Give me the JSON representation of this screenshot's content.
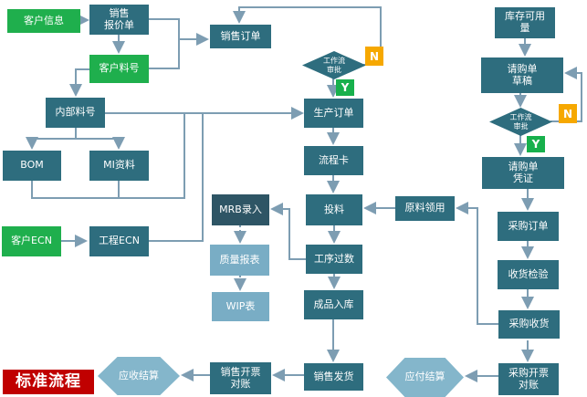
{
  "title": {
    "label": "标准流程",
    "background": "#C00000"
  },
  "colors": {
    "box_dark_teal": "#2E6D7E",
    "box_darker_teal": "#2E5565",
    "box_green": "#1FAF4D",
    "box_light_blue": "#79ADC5",
    "hexagon_blue": "#84B6CB",
    "badge_no_orange": "#F6A800",
    "badge_yes_green": "#17B04C",
    "title_red": "#C00000",
    "connector_line": "#7D9DB2",
    "text_white": "#FFFFFF"
  },
  "nodes": {
    "customer_info": {
      "label": "客户信息"
    },
    "sales_quote": {
      "label": "销售\n报价单"
    },
    "customer_part": {
      "label": "客户料号"
    },
    "internal_part": {
      "label": "内部料号"
    },
    "bom": {
      "label": "BOM"
    },
    "mi_data": {
      "label": "MI资料"
    },
    "customer_ecn": {
      "label": "客户ECN"
    },
    "engineering_ecn": {
      "label": "工程ECN"
    },
    "sales_order": {
      "label": "销售订单"
    },
    "wf_approval_1": {
      "label": "工作流\n审批"
    },
    "wf_approval_1_no": {
      "label": "N"
    },
    "wf_approval_1_yes": {
      "label": "Y"
    },
    "production_order": {
      "label": "生产订单"
    },
    "process_card": {
      "label": "流程卡"
    },
    "material_issue": {
      "label": "投料"
    },
    "process_count": {
      "label": "工序过数"
    },
    "fg_stock_in": {
      "label": "成品入库"
    },
    "sales_delivery": {
      "label": "销售发货"
    },
    "mrb_entry": {
      "label": "MRB录入"
    },
    "quality_report": {
      "label": "质量报表"
    },
    "wip_report": {
      "label": "WIP表"
    },
    "sales_invoice_recon": {
      "label": "销售开票\n对账"
    },
    "ar_settlement": {
      "label": "应收结算"
    },
    "ap_settlement": {
      "label": "应付结算"
    },
    "raw_material_requisition": {
      "label": "原料领用"
    },
    "available_stock": {
      "label": "库存可用\n量"
    },
    "pr_draft": {
      "label": "请购单\n草稿"
    },
    "wf_approval_2": {
      "label": "工作流\n审批"
    },
    "wf_approval_2_no": {
      "label": "N"
    },
    "wf_approval_2_yes": {
      "label": "Y"
    },
    "pr_voucher": {
      "label": "请购单\n凭证"
    },
    "purchase_order": {
      "label": "采购订单"
    },
    "receiving_inspection": {
      "label": "收货检验"
    },
    "purchase_receipt": {
      "label": "采购收货"
    },
    "purchase_invoice_recon": {
      "label": "采购开票\n对账"
    }
  },
  "edges": [
    {
      "from": "客户信息",
      "to": "销售报价单"
    },
    {
      "from": "销售报价单",
      "to": "客户料号"
    },
    {
      "from": "销售报价单",
      "to": "销售订单"
    },
    {
      "from": "客户料号",
      "to": "销售订单"
    },
    {
      "from": "客户料号",
      "to": "内部料号"
    },
    {
      "from": "内部料号",
      "to": "BOM"
    },
    {
      "from": "内部料号",
      "to": "MI资料"
    },
    {
      "from": "内部料号",
      "to": "生产订单"
    },
    {
      "from": "BOM",
      "to": "生产订单"
    },
    {
      "from": "MI资料",
      "to": "生产订单"
    },
    {
      "from": "客户ECN",
      "to": "工程ECN"
    },
    {
      "from": "工程ECN",
      "to": "生产订单"
    },
    {
      "from": "工作流审批(销售)",
      "to": "销售订单",
      "branch": "N"
    },
    {
      "from": "工作流审批(销售)",
      "to": "生产订单",
      "branch": "Y"
    },
    {
      "from": "生产订单",
      "to": "流程卡"
    },
    {
      "from": "流程卡",
      "to": "投料"
    },
    {
      "from": "投料",
      "to": "工序过数"
    },
    {
      "from": "工序过数",
      "to": "成品入库"
    },
    {
      "from": "工序过数",
      "to": "MRB录入"
    },
    {
      "from": "MRB录入",
      "to": "质量报表",
      "style": "dotted"
    },
    {
      "from": "质量报表",
      "to": "WIP表",
      "style": "dotted"
    },
    {
      "from": "成品入库",
      "to": "销售发货"
    },
    {
      "from": "销售发货",
      "to": "销售开票对账"
    },
    {
      "from": "销售开票对账",
      "to": "应收结算"
    },
    {
      "from": "原料领用",
      "to": "投料"
    },
    {
      "from": "库存可用量",
      "to": "请购单草稿"
    },
    {
      "from": "请购单草稿",
      "to": "工作流审批(采购)"
    },
    {
      "from": "工作流审批(采购)",
      "to": "请购单草稿",
      "branch": "N"
    },
    {
      "from": "工作流审批(采购)",
      "to": "请购单凭证",
      "branch": "Y"
    },
    {
      "from": "请购单凭证",
      "to": "采购订单"
    },
    {
      "from": "采购订单",
      "to": "收货检验"
    },
    {
      "from": "收货检验",
      "to": "采购收货"
    },
    {
      "from": "采购收货",
      "to": "原料领用"
    },
    {
      "from": "采购收货",
      "to": "采购开票对账"
    },
    {
      "from": "采购开票对账",
      "to": "应付结算"
    }
  ]
}
